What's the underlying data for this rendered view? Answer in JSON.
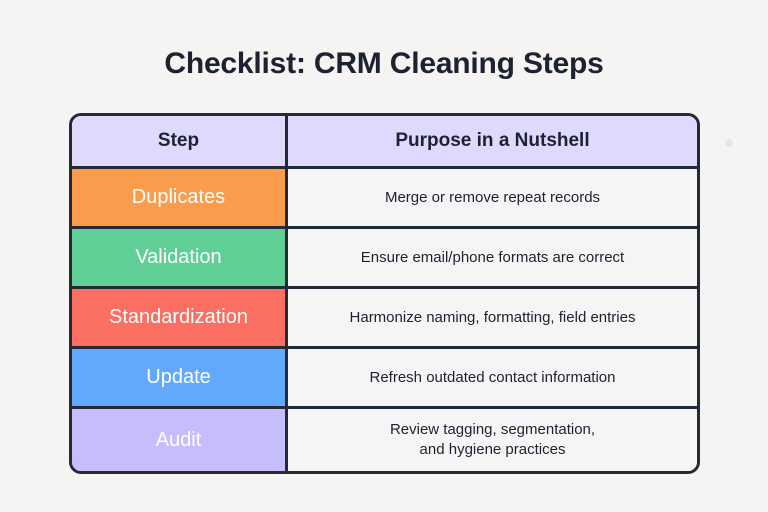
{
  "page": {
    "title": "Checklist: CRM Cleaning Steps",
    "background_color": "#f5f4f3",
    "title_color": "#1d2230"
  },
  "table": {
    "border_color": "#222a38",
    "header_background": "#ded9fd",
    "cell_background": "#f5f5f5",
    "columns": [
      {
        "label": "Step"
      },
      {
        "label": "Purpose in a Nutshell"
      }
    ],
    "rows": [
      {
        "step": "Duplicates",
        "purpose": "Merge or remove repeat records",
        "color": "#fb9b4c"
      },
      {
        "step": "Validation",
        "purpose": "Ensure email/phone formats are correct",
        "color": "#5fcf95"
      },
      {
        "step": "Standardization",
        "purpose": "Harmonize naming, formatting, field entries",
        "color": "#fb6f63"
      },
      {
        "step": "Update",
        "purpose": "Refresh outdated contact information",
        "color": "#62a9fc"
      },
      {
        "step": "Audit",
        "purpose": "Review tagging, segmentation,\nand hygiene practices",
        "color": "#c6bdfd"
      }
    ]
  },
  "watermark": {
    "icon": "dot-cluster-icon"
  }
}
